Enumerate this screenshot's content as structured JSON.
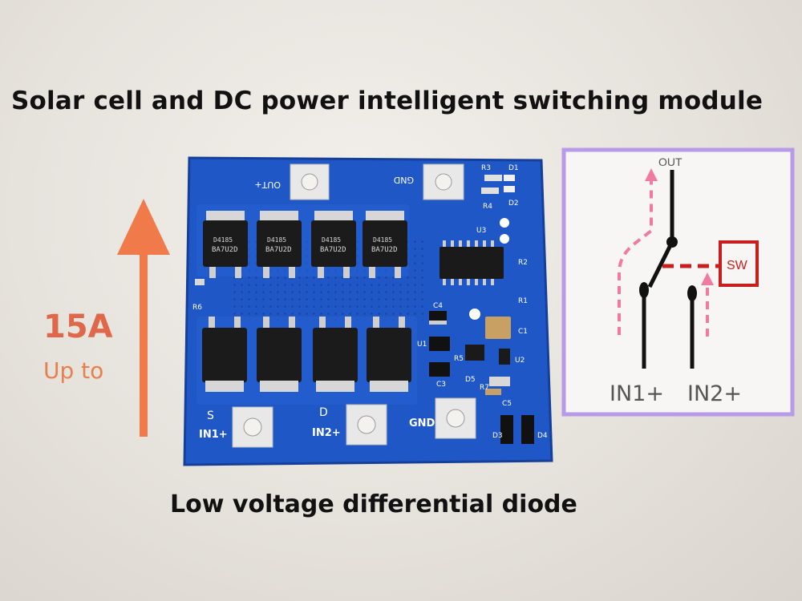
{
  "caption": {
    "title": "Solar cell and DC power intelligent switching module",
    "bottom": "Low voltage differential diode",
    "current_value": "15A",
    "current_prefix": "Up to"
  },
  "board": {
    "terminals": {
      "out": "OUT+",
      "gnd_top": "GND",
      "in1": "IN1+",
      "in2": "IN2+",
      "gnd_bottom": "GND"
    },
    "pins": {
      "s": "S",
      "d": "D"
    },
    "mosfet_marking_1": "D4185",
    "mosfet_marking_2": "BA7U2D",
    "refs": [
      "R3",
      "D1",
      "D2",
      "R4",
      "U3",
      "R2",
      "R1",
      "C4",
      "U1",
      "C1",
      "U2",
      "R5",
      "D5",
      "R7",
      "C3",
      "C5",
      "D3",
      "D4",
      "R6"
    ]
  },
  "schematic": {
    "out_label": "OUT",
    "switch_label": "SW",
    "in1_label": "IN1+",
    "in2_label": "IN2+"
  },
  "colors": {
    "pcb": "#1f57c7",
    "arrow": "#f07a4a",
    "frame": "#b79be8",
    "switch": "#c81e1e",
    "flow": "#f07aa0"
  }
}
